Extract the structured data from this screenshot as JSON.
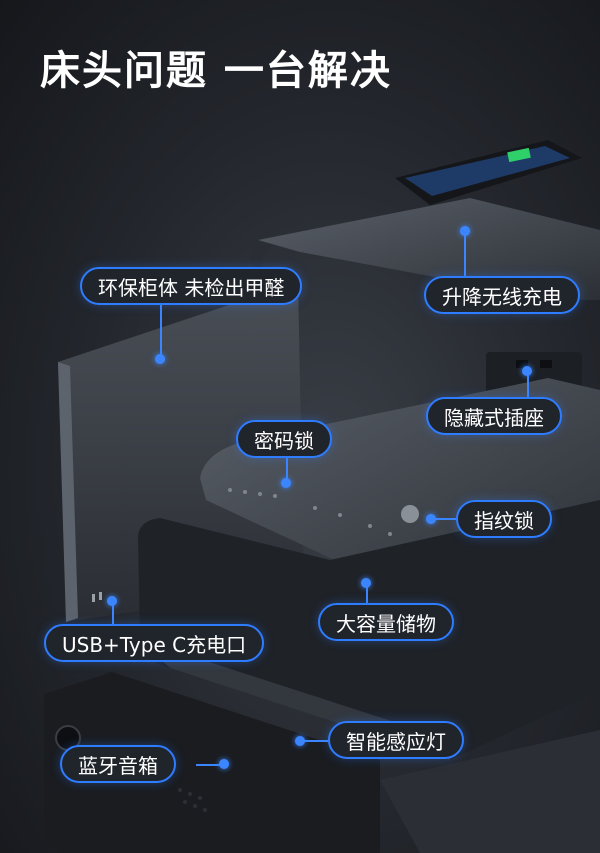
{
  "headline": "床头问题 一台解决",
  "callouts": {
    "wireless_charging": "升降无线充电",
    "eco_cabinet": "环保柜体 未检出甲醛",
    "hidden_socket": "隐藏式插座",
    "password_lock": "密码锁",
    "fingerprint_lock": "指纹锁",
    "large_storage": "大容量储物",
    "usb_port": "USB+Type C充电口",
    "smart_light": "智能感应灯",
    "bluetooth_speaker": "蓝牙音箱"
  },
  "colors": {
    "accent": "#2e7cff",
    "background": "#23262c",
    "text": "#ffffff"
  }
}
